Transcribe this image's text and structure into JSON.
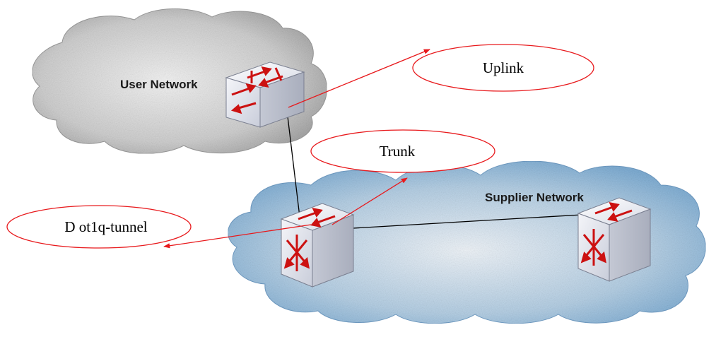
{
  "clouds": {
    "user": {
      "label": "User Network"
    },
    "supplier": {
      "label": "Supplier Network"
    }
  },
  "callouts": {
    "uplink": "Uplink",
    "trunk": "Trunk",
    "dot1q": "D ot1q-tunnel"
  },
  "colors": {
    "user_cloud": "#b3b3b3",
    "supplier_cloud": "#8ab6d8",
    "callout": "#e8191c",
    "link": "#000000",
    "switch_face": "#e3e6ef",
    "arrow": "#cc1111"
  },
  "icons": {
    "user_switch": "workgroup-switch-icon",
    "core_switch": "layer3-switch-icon"
  }
}
